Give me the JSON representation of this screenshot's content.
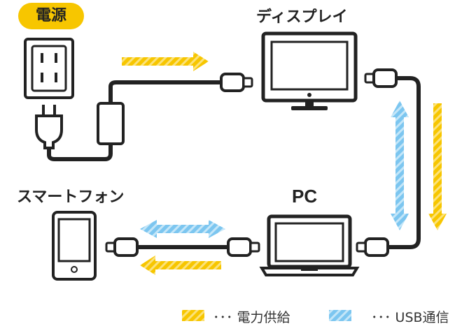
{
  "labels": {
    "power_source": "電源",
    "display": "ディスプレイ",
    "pc": "PC",
    "smartphone": "スマートフォン"
  },
  "legend": {
    "power_text": "･･･ 電力供給",
    "usb_text": "･･･ USB通信"
  },
  "colors": {
    "power": "#f7c600",
    "usb": "#7cc6f0",
    "line": "#222222"
  }
}
